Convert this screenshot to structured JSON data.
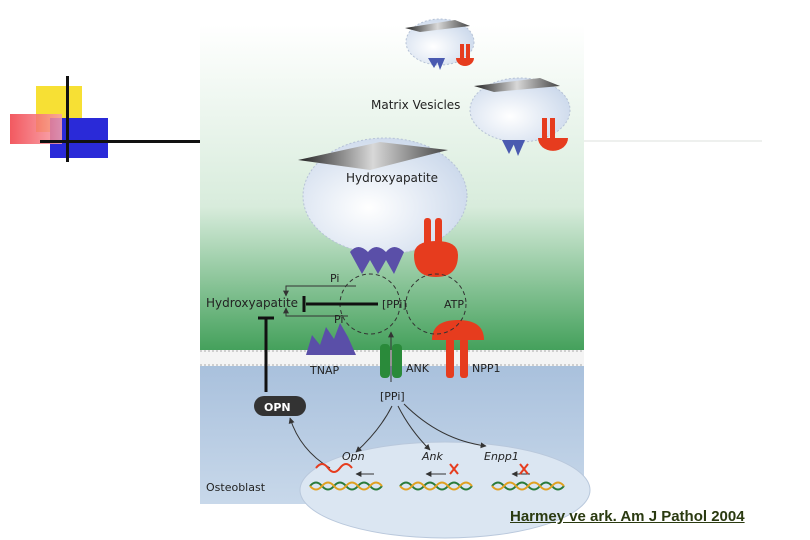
{
  "labels": {
    "matrix_vesicles": "Matrix Vesicles",
    "hydroxyapatite_crystal": "Hydroxyapatite",
    "pi_top": "Pi",
    "pi_bottom": "Pi",
    "hydroxyapatite_inhibited": "Hydroxyapatite",
    "ppi_extracellular": "[PPi]",
    "atp": "ATP",
    "tnap": "TNAP",
    "ank": "ANK",
    "npp1": "NPP1",
    "ppi_intracellular": "[PPi]",
    "opn_protein": "OPN",
    "gene_opn": "Opn",
    "gene_ank": "Ank",
    "gene_enpp1": "Enpp1",
    "osteoblast": "Osteoblast"
  },
  "citation": "Harmey ve ark. Am J Pathol 2004",
  "colors": {
    "green": "#3f9e57",
    "blue": "#a8c0dc",
    "tnap": "#5a4fa8",
    "npp1": "#e63c1e",
    "ank": "#2a8a3a",
    "deco_yellow": "#f7e034",
    "deco_red": "#f03c44",
    "deco_blue": "#2a2ad8"
  }
}
